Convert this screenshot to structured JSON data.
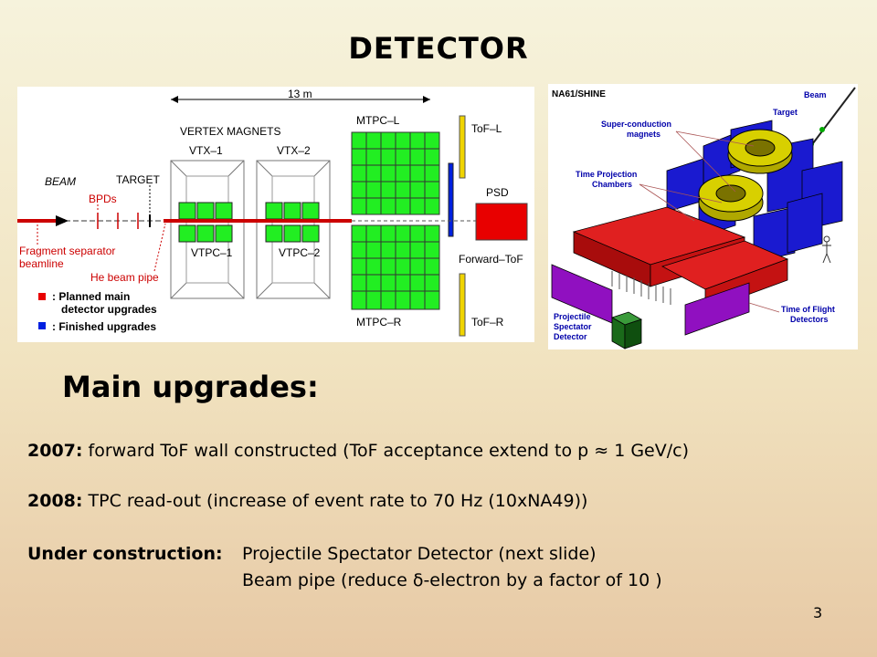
{
  "slide": {
    "title": "DETECTOR",
    "page_number": "3",
    "heading": "Main upgrades:",
    "items": [
      {
        "label": "2007:",
        "text": "forward ToF wall constructed (ToF acceptance extend to p ≈ 1 GeV/c)"
      },
      {
        "label": "2008:",
        "text": "TPC read-out (increase of event rate to 70 Hz (10xNA49))"
      },
      {
        "label": "Under construction:",
        "text": "Projectile Spectator Detector (next slide)"
      },
      {
        "label": "",
        "text": "Beam pipe (reduce δ-electron by a factor of 10 )"
      }
    ]
  },
  "left_figure": {
    "length": "13 m",
    "vertex_magnets": "VERTEX MAGNETS",
    "vtx1": "VTX–1",
    "vtx2": "VTX–2",
    "mtpc_l": "MTPC–L",
    "mtpc_r": "MTPC–R",
    "vtpc1": "VTPC–1",
    "vtpc2": "VTPC–2",
    "tof_l": "ToF–L",
    "tof_r": "ToF–R",
    "forward_tof": "Forward–ToF",
    "psd": "PSD",
    "beam": "BEAM",
    "target": "TARGET",
    "bpds": "BPDs",
    "fragment_line1": "Fragment separator",
    "fragment_line2": "beamline",
    "he_pipe": "He beam pipe",
    "legend_red_line1": ": Planned main",
    "legend_red_line2": "detector upgrades",
    "legend_blue": ": Finished upgrades",
    "colors": {
      "green": "#22ee22",
      "red": "#e80000",
      "yellow": "#f0d400",
      "blue": "#0020e0"
    }
  },
  "right_figure": {
    "name": "NA61/SHINE",
    "beam": "Beam",
    "target": "Target",
    "magnets_line1": "Super-conduction",
    "magnets_line2": "magnets",
    "tpc_line1": "Time Projection",
    "tpc_line2": "Chambers",
    "tof_line1": "Time of Flight",
    "tof_line2": "Detectors",
    "psd_line1": "Projectile",
    "psd_line2": "Spectator",
    "psd_line3": "Detector",
    "colors": {
      "label": "#0000aa",
      "magnet": "#d8d000",
      "blue": "#1a1ad0",
      "red": "#cc1010",
      "purple": "#9010c0",
      "green": "#1a6a1a"
    }
  }
}
